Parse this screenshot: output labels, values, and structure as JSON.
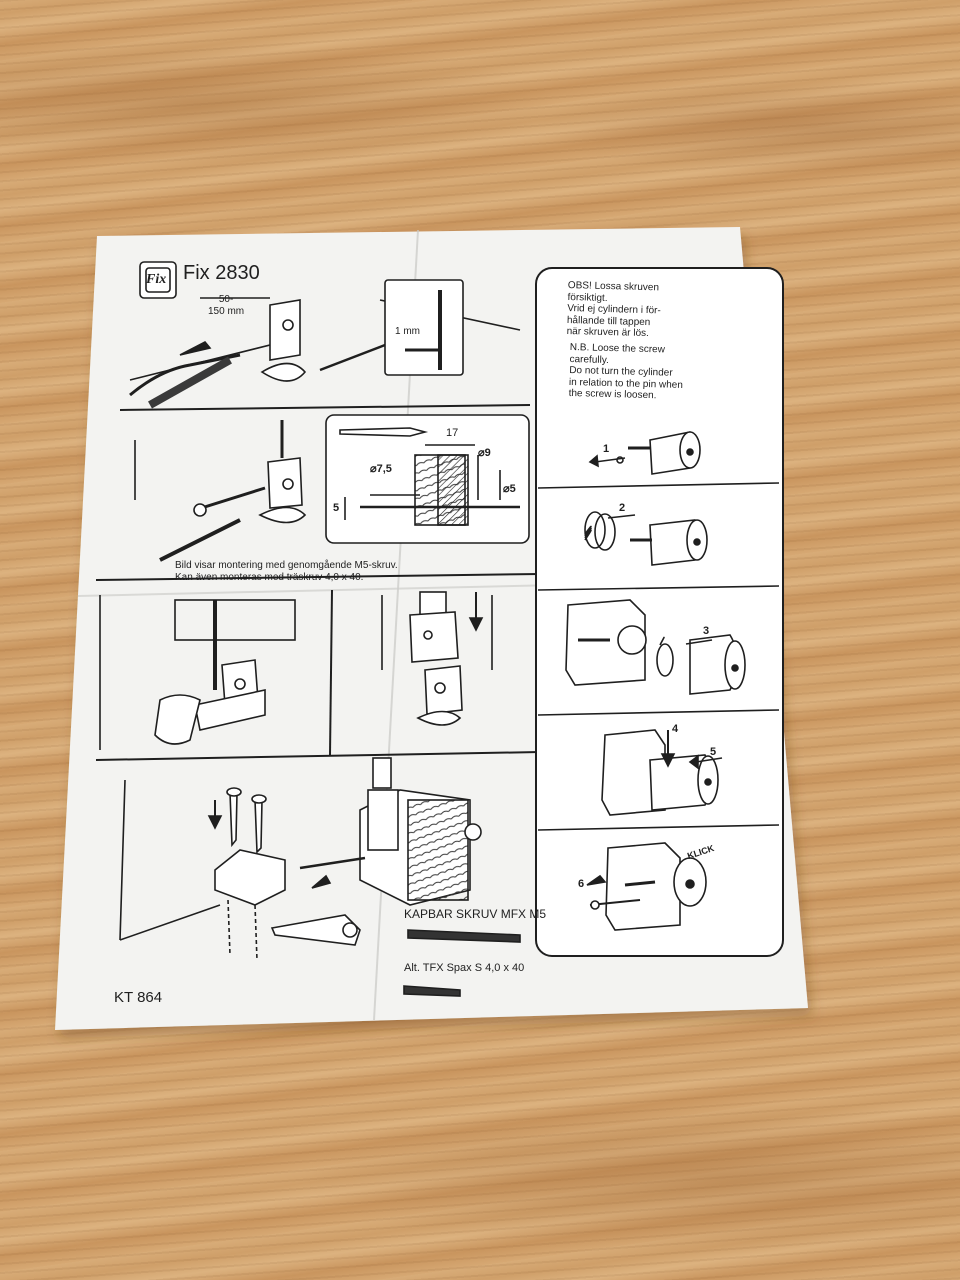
{
  "document": {
    "brand_logo_text": "Fix",
    "title": "Fix 2830",
    "dimension_label": "50-\n150 mm",
    "gap_label": "1 mm",
    "drill_dims": {
      "d17": "17",
      "d75": "⌀7,5",
      "d9": "⌀9",
      "d5h": "⌀5",
      "d5v": "5"
    },
    "caption_swedish": "Bild visar montering med genomgående M5-skruv.\nKan även monteras med träskruv 4,0 x 40.",
    "obs_swedish": "OBS! Lossa skruven\nförsiktigt.\nVrid ej cylindern i för-\nhållande till tappen\nnär skruven är lös.",
    "obs_english": "N.B. Loose the screw\ncarefully.\nDo not turn the cylinder\nin relation to the pin when\nthe screw is loosen.",
    "steps": [
      "1",
      "2",
      "3",
      "4",
      "5",
      "6"
    ],
    "klick_label": "KLICK",
    "screw_label_1": "KAPBAR SKRUV MFX M5",
    "screw_label_2": "Alt. TFX Spax S 4,0 x 40",
    "doc_code": "KT 864"
  },
  "colors": {
    "paper": "#f3f3f1",
    "ink": "#1f1f1f",
    "wood": "#d3a470"
  }
}
